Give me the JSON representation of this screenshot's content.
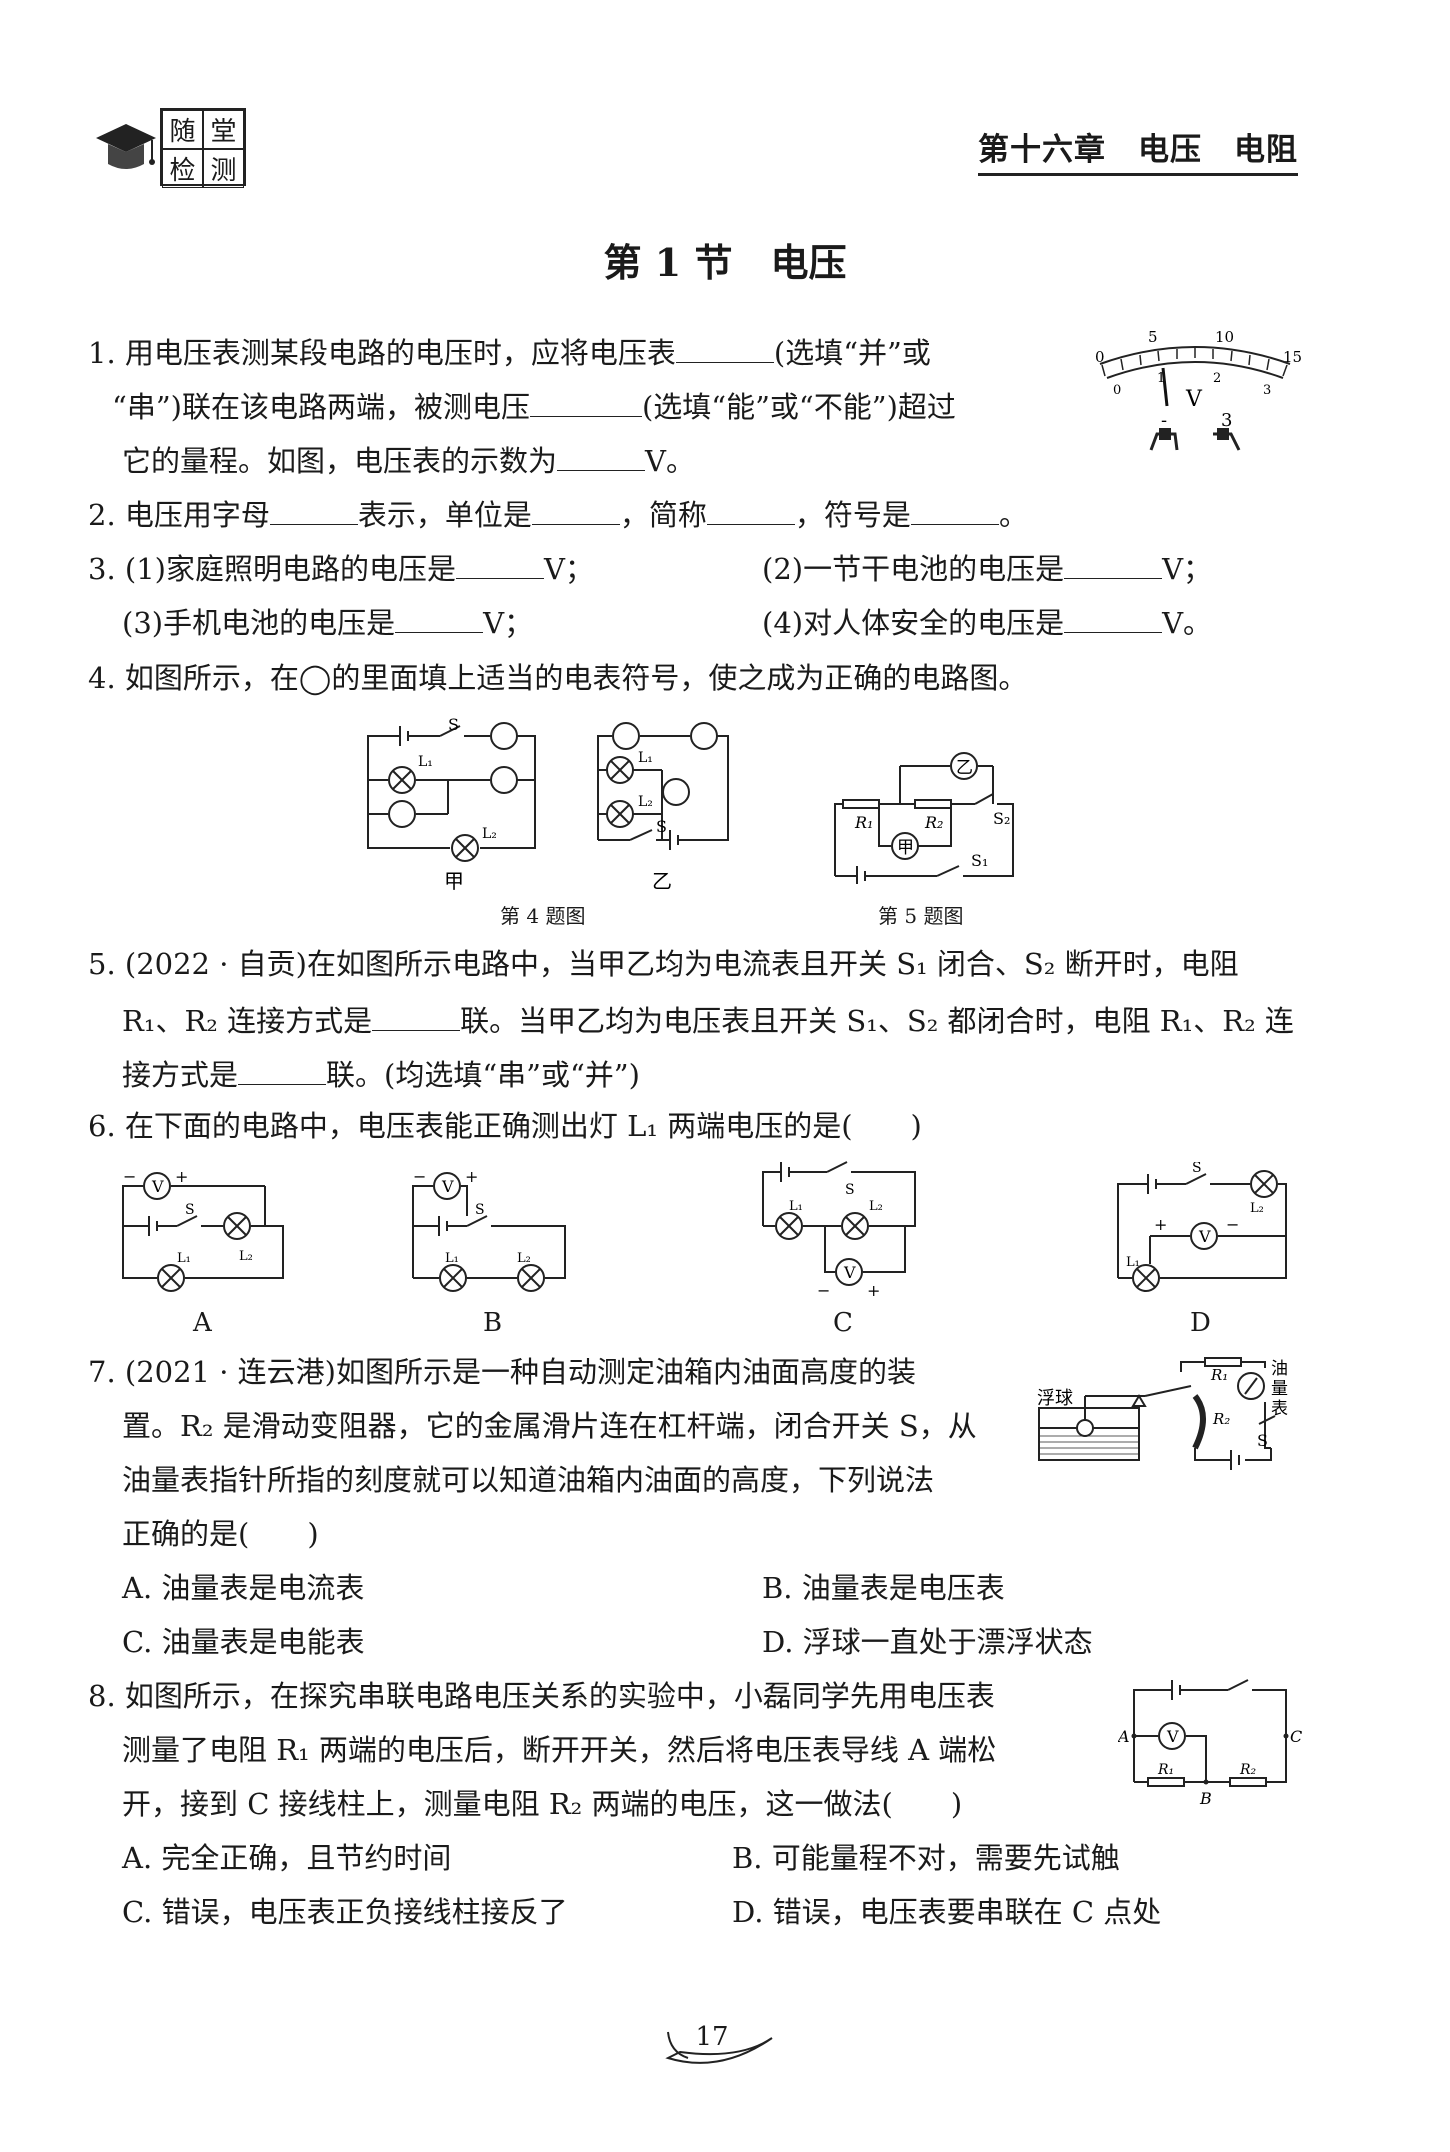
{
  "header": {
    "logo_cells": [
      "随",
      "堂",
      "检",
      "测"
    ],
    "chapter": "第十六章　电压　电阻"
  },
  "section_title": "第 1 节　电压",
  "q1": {
    "l1a": "1. 用电压表测某段电路的电压时，应将电压表",
    "l1b": "(选填“并”或",
    "l2a": "“串”)联在该电路两端，被测电压",
    "l2b": "(选填“能”或“不能”)超过",
    "l3a": "它的量程。如图，电压表的示数为",
    "l3b": "V。",
    "meter": {
      "s0": "0",
      "s5": "5",
      "s10": "10",
      "s15": "15",
      "i1": "1",
      "i2": "2",
      "i3": "3",
      "v": "V",
      "minus": "-",
      "three": "3"
    }
  },
  "q2": {
    "a": "2. 电压用字母",
    "b": "表示，单位是",
    "c": "，简称",
    "d": "，符号是",
    "e": "。"
  },
  "q3": {
    "a1": "3. (1)家庭照明电路的电压是",
    "a2": "V；",
    "b1": "(2)一节干电池的电压是",
    "b2": "V；",
    "c1": "(3)手机电池的电压是",
    "c2": "V；",
    "d1": "(4)对人体安全的电压是",
    "d2": "V。"
  },
  "q4": {
    "text": "4. 如图所示，在◯的里面填上适当的电表符号，使之成为正确的电路图。",
    "labels": {
      "s": "S",
      "l1": "L₁",
      "l2": "L₂",
      "jia": "甲",
      "yi": "乙"
    },
    "caption": "第 4 题图"
  },
  "q5fig": {
    "labels": {
      "yi": "乙",
      "jia": "甲",
      "r1": "R₁",
      "r2": "R₂",
      "s1": "S₁",
      "s2": "S₂"
    },
    "caption": "第 5 题图"
  },
  "q5": {
    "l1": "5. (2022 · 自贡)在如图所示电路中，当甲乙均为电流表且开关 S₁ 闭合、S₂ 断开时，电阻",
    "l2a": "R₁、R₂ 连接方式是",
    "l2b": "联。当甲乙均为电压表且开关 S₁、S₂ 都闭合时，电阻 R₁、R₂ 连",
    "l3a": "接方式是",
    "l3b": "联。(均选填“串”或“并”)"
  },
  "q6": {
    "text": "6. 在下面的电路中，电压表能正确测出灯 L₁ 两端电压的是(　　)",
    "options": [
      "A",
      "B",
      "C",
      "D"
    ],
    "labels": {
      "v": "V",
      "s": "S",
      "l1": "L₁",
      "l2": "L₂",
      "minus": "−",
      "plus": "+"
    }
  },
  "q7": {
    "l1": "7. (2021 · 连云港)如图所示是一种自动测定油箱内油面高度的装",
    "l2": "置。R₂ 是滑动变阻器，它的金属滑片连在杠杆端，闭合开关 S，从",
    "l3": "油量表指针所指的刻度就可以知道油箱内油面的高度，下列说法",
    "l4": "正确的是(　　)",
    "A": "A. 油量表是电流表",
    "B": "B. 油量表是电压表",
    "C": "C. 油量表是电能表",
    "D": "D. 浮球一直处于漂浮状态",
    "fig": {
      "float": "浮球",
      "r1": "R₁",
      "r2": "R₂",
      "gauge": [
        "油",
        "量",
        "表"
      ],
      "s": "S"
    }
  },
  "q8": {
    "l1": "8. 如图所示，在探究串联电路电压关系的实验中，小磊同学先用电压表",
    "l2": "测量了电阻 R₁ 两端的电压后，断开开关，然后将电压表导线 A 端松",
    "l3": "开，接到 C 接线柱上，测量电阻 R₂ 两端的电压，这一做法(　　)",
    "A": "A. 完全正确，且节约时间",
    "B": "B. 可能量程不对，需要先试触",
    "C": "C. 错误，电压表正负接线柱接反了",
    "D": "D. 错误，电压表要串联在 C 点处",
    "fig": {
      "a": "A",
      "b": "B",
      "c": "C",
      "v": "V",
      "r1": "R₁",
      "r2": "R₂"
    }
  },
  "page_number": "17"
}
